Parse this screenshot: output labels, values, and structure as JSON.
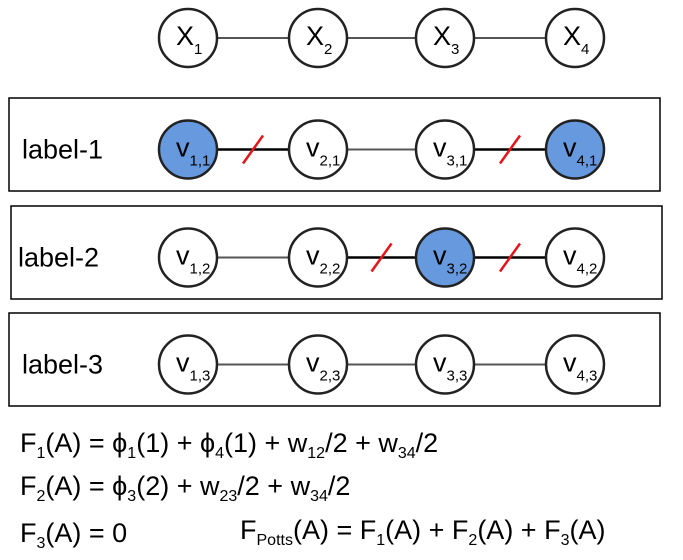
{
  "top_chain": [
    {
      "main": "X",
      "sub": "1"
    },
    {
      "main": "X",
      "sub": "2"
    },
    {
      "main": "X",
      "sub": "3"
    },
    {
      "main": "X",
      "sub": "4"
    }
  ],
  "rows": [
    {
      "label": "label-1",
      "nodes": [
        {
          "main": "v",
          "sub": "1,1",
          "selected": true
        },
        {
          "main": "v",
          "sub": "2,1",
          "selected": false
        },
        {
          "main": "v",
          "sub": "3,1",
          "selected": false
        },
        {
          "main": "v",
          "sub": "4,1",
          "selected": true
        }
      ],
      "edge_cut": [
        true,
        false,
        true
      ]
    },
    {
      "label": "label-2",
      "nodes": [
        {
          "main": "v",
          "sub": "1,2",
          "selected": false
        },
        {
          "main": "v",
          "sub": "2,2",
          "selected": false
        },
        {
          "main": "v",
          "sub": "3,2",
          "selected": true
        },
        {
          "main": "v",
          "sub": "4,2",
          "selected": false
        }
      ],
      "edge_cut": [
        false,
        true,
        true
      ]
    },
    {
      "label": "label-3",
      "nodes": [
        {
          "main": "v",
          "sub": "1,3",
          "selected": false
        },
        {
          "main": "v",
          "sub": "2,3",
          "selected": false
        },
        {
          "main": "v",
          "sub": "3,3",
          "selected": false
        },
        {
          "main": "v",
          "sub": "4,3",
          "selected": false
        }
      ],
      "edge_cut": [
        false,
        false,
        false
      ]
    }
  ],
  "colors": {
    "selected_fill": "#6699dd",
    "cut_mark": "#e8141a",
    "edge": "#555555",
    "node_stroke": "#222222"
  },
  "formulas": {
    "f1": {
      "p1": "F",
      "p1_sub": "1",
      "p2": "(A) = ϕ",
      "p2_sub": "1",
      "p3": "(1) + ϕ",
      "p3_sub": "4",
      "p4": "(1) + w",
      "p4_sub": "12",
      "p5": "/2 + w",
      "p5_sub": "34",
      "p6": "/2"
    },
    "f2": {
      "p1": "F",
      "p1_sub": "2",
      "p2": "(A) = ϕ",
      "p2_sub": "3",
      "p3": "(2) + w",
      "p3_sub": "23",
      "p4": "/2 + w",
      "p4_sub": "34",
      "p5": "/2"
    },
    "f3": {
      "p1": "F",
      "p1_sub": "3",
      "p2": "(A) = 0"
    },
    "fpotts": {
      "p1": "F",
      "p1_sub": "Potts",
      "p2": "(A) = F",
      "p2_sub": "1",
      "p3": "(A) + F",
      "p3_sub": "2",
      "p4": "(A) + F",
      "p4_sub": "3",
      "p5": "(A)"
    }
  }
}
